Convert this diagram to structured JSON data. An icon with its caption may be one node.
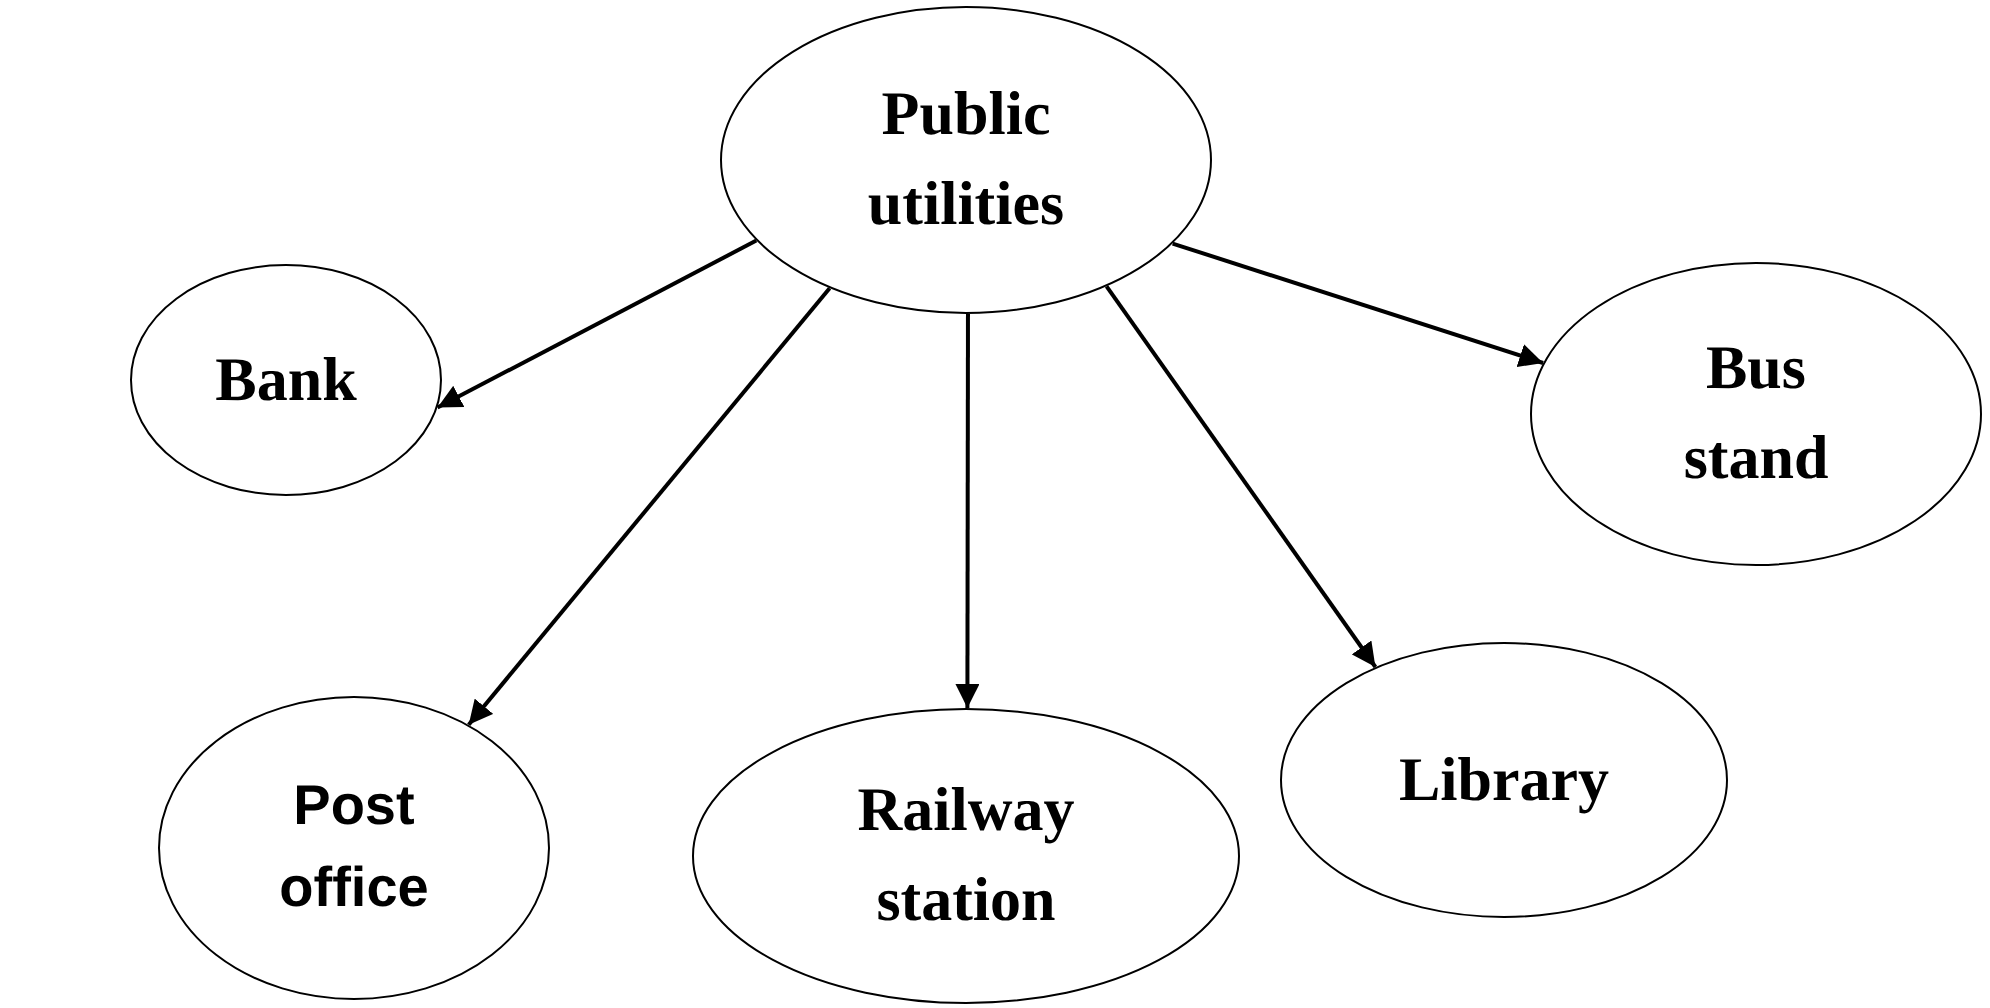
{
  "diagram": {
    "nodes": [
      {
        "text": [
          "Public utilities"
        ]
      },
      {
        "text": [
          "Bank"
        ]
      },
      {
        "text": [
          "Bus stand"
        ]
      },
      {
        "text": [
          "Post office"
        ]
      },
      {
        "text": [
          "Railway station"
        ]
      },
      {
        "text": [
          "Library"
        ]
      }
    ],
    "edges": [
      {
        "from": 0,
        "to": 1,
        "arrow": "to"
      },
      {
        "from": 0,
        "to": 3,
        "arrow": "to"
      },
      {
        "from": 0,
        "to": 4,
        "arrow": "to"
      },
      {
        "from": 0,
        "to": 5,
        "arrow": "to"
      },
      {
        "from": 0,
        "to": 2,
        "arrow": "to"
      }
    ]
  }
}
